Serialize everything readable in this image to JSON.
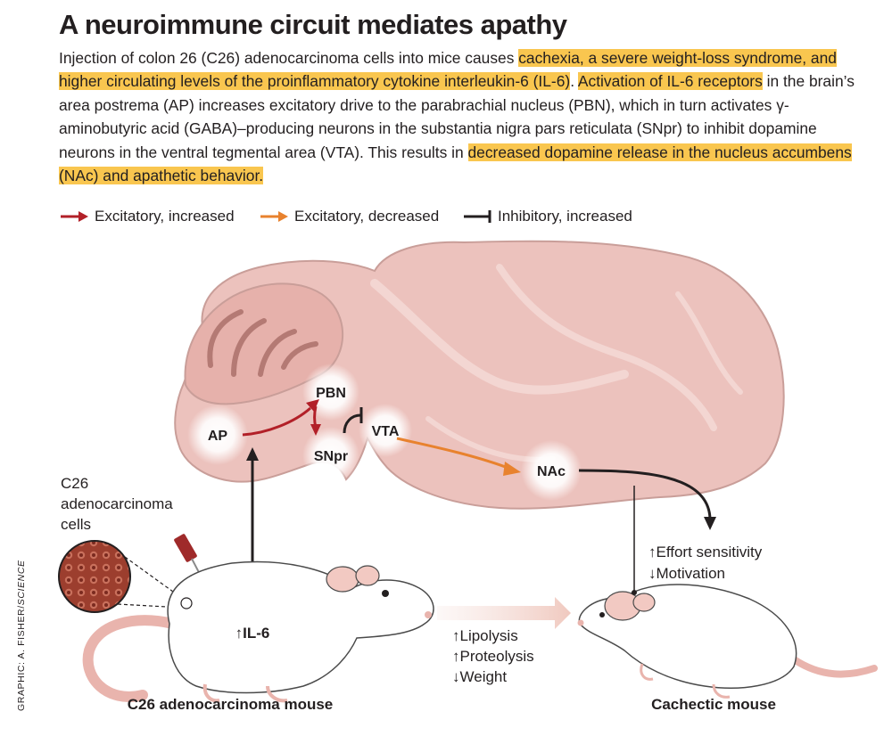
{
  "title": "A neuroimmune circuit mediates apathy",
  "intro": {
    "p1": "Injection of colon 26 (C26) adenocarcinoma cells into mice causes ",
    "h1": "cachexia, a severe weight-loss syndrome, and higher circulating levels of the proinflammatory cytokine interleukin-6 (IL-6)",
    "p2": ". ",
    "h2": "Activation of IL-6 receptors",
    "p3": " in the brain’s area postrema (AP) increases excitatory drive to the parabrachial nucleus (PBN), which in turn activates γ-aminobutyric acid (GABA)–producing neurons in the substantia nigra pars reticulata (SNpr) to inhibit dopamine neurons in the ventral tegmental area (VTA). This results in ",
    "h3": "decreased dopamine release in the nucleus accumbens (NAc) and apathetic behavior."
  },
  "legend": {
    "excitatory_increased": "Excitatory, increased",
    "excitatory_decreased": "Excitatory, decreased",
    "inhibitory_increased": "Inhibitory, increased"
  },
  "nodes": {
    "ap": "AP",
    "pbn": "PBN",
    "snpr": "SNpr",
    "vta": "VTA",
    "nac": "NAc"
  },
  "labels": {
    "c26_line1": "C26",
    "c26_line2": "adenocarcinoma",
    "c26_line3": "cells",
    "il6": "↑IL-6",
    "lipolysis": "↑Lipolysis",
    "proteolysis": "↑Proteolysis",
    "weight": "↓Weight",
    "effort": "↑Effort sensitivity",
    "motivation": "↓Motivation",
    "c26_mouse": "C26 adenocarcinoma mouse",
    "cachectic_mouse": "Cachectic mouse"
  },
  "credit": {
    "prefix": "GRAPHIC: A. FISHER/",
    "source": "SCIENCE"
  },
  "colors": {
    "highlight": "#f9c64f",
    "excitatory_increased": "#b22028",
    "excitatory_decreased": "#e8822e",
    "inhibitory": "#231f20",
    "brain": "#ecc2bd",
    "brain_outline": "#c99e99",
    "tail": "#e9b4ad"
  }
}
